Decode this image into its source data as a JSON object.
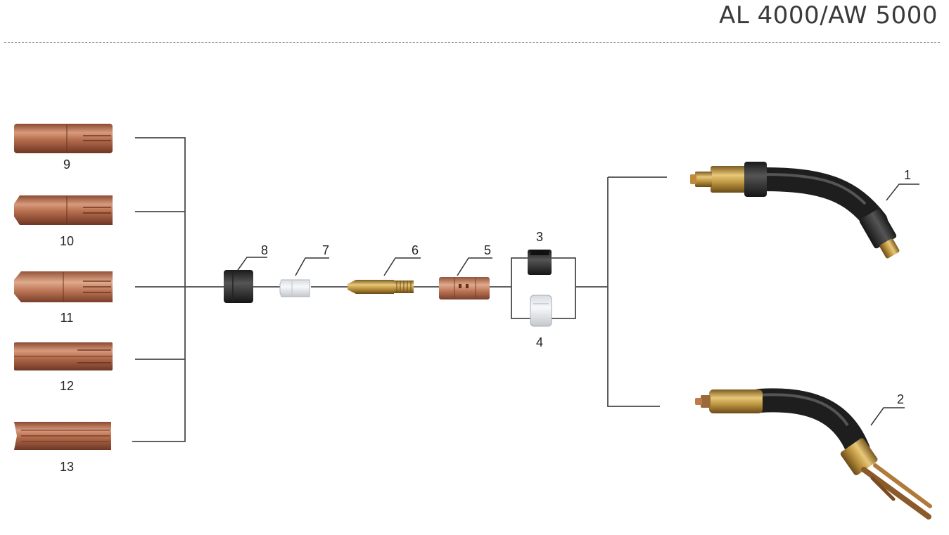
{
  "header": {
    "title": "AL 4000/AW 5000"
  },
  "parts": [
    {
      "id": "part-1",
      "label": "1"
    },
    {
      "id": "part-2",
      "label": "2"
    },
    {
      "id": "part-3",
      "label": "3"
    },
    {
      "id": "part-4",
      "label": "4"
    },
    {
      "id": "part-5",
      "label": "5"
    },
    {
      "id": "part-6",
      "label": "6"
    },
    {
      "id": "part-7",
      "label": "7"
    },
    {
      "id": "part-8",
      "label": "8"
    },
    {
      "id": "part-9",
      "label": "9"
    },
    {
      "id": "part-10",
      "label": "10"
    },
    {
      "id": "part-11",
      "label": "11"
    },
    {
      "id": "part-12",
      "label": "12"
    },
    {
      "id": "part-13",
      "label": "13"
    }
  ],
  "colors": {
    "copper": "#b06a48",
    "copper_light": "#d49a7a",
    "brass": "#b89a4a",
    "cable": "#1e1e1e",
    "line": "#4a4a4a"
  }
}
